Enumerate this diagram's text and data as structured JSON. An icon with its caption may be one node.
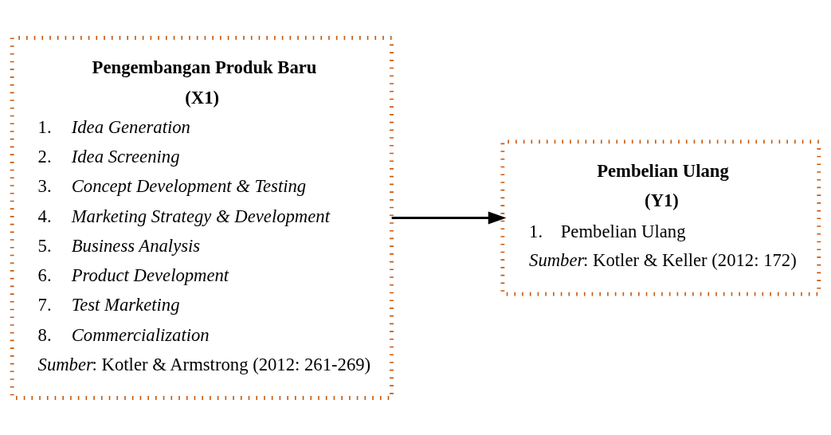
{
  "diagram": {
    "nodes": [
      {
        "text": [
          "Pengembangan Produk Baru",
          "(X1)",
          "1.    *Idea Generation*",
          "2.    *Idea Screening*",
          "3.    *Concept Development & Testing*",
          "4.    *Marketing Strategy & Development*",
          "5.    *Business Analysis*",
          "6.    *Product Development*",
          "7.    *Test Marketing*",
          "8.    *Commercialization*",
          "*Sumber*: Kotler & Armstrong (2012: 261-269)"
        ]
      },
      {
        "text": [
          "Pembelian Ulang",
          "(Y1)",
          "1.    Pembelian Ulang",
          "*Sumber*: Kotler & Keller (2012: 172)"
        ]
      }
    ],
    "edges": [
      {
        "from": 0,
        "to": 1,
        "arrow": "to"
      }
    ]
  }
}
